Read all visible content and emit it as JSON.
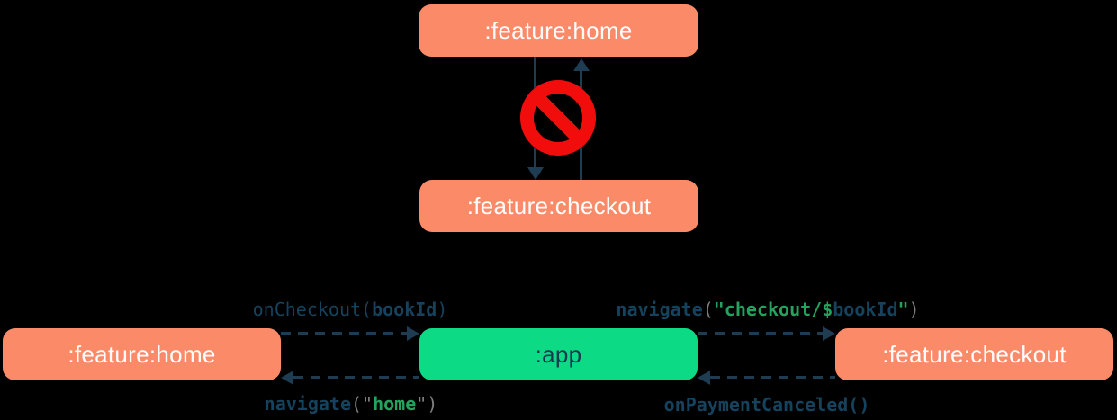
{
  "colors": {
    "background": "#000000",
    "feature_box_fill": "#fa8a68",
    "app_box_fill": "#0cda85",
    "box_text_light": "#fffdfc",
    "box_text_dark": "#17394f",
    "arrow": "#1e3c52",
    "no_entry_red": "#f20d0d",
    "code": {
      "navy": "#15425c",
      "green": "#23a35d",
      "gray": "#7f7f7f"
    }
  },
  "top_diagram": {
    "home_box_label": ":feature:home",
    "checkout_box_label": ":feature:checkout",
    "no_entry_icon": "no-entry-sign",
    "arrows": [
      {
        "from": ":feature:home",
        "to": ":feature:checkout",
        "style": "solid",
        "direction": "down"
      },
      {
        "from": ":feature:checkout",
        "to": ":feature:home",
        "style": "solid",
        "direction": "up"
      }
    ]
  },
  "bottom_diagram": {
    "home_box_label": ":feature:home",
    "app_box_label": ":app",
    "checkout_box_label": ":feature:checkout",
    "edges": {
      "on_checkout": {
        "from": ":feature:home",
        "to": ":app",
        "style": "dashed",
        "text": "onCheckout(bookId)",
        "segments": [
          {
            "text": "onCheckout(",
            "color": "navy",
            "bold": false
          },
          {
            "text": "bookId",
            "color": "navy",
            "bold": true
          },
          {
            "text": ")",
            "color": "navy",
            "bold": false
          }
        ]
      },
      "navigate_checkout": {
        "from": ":app",
        "to": ":feature:checkout",
        "style": "dashed",
        "text": "navigate(\"checkout/$bookId\")",
        "segments": [
          {
            "text": "navigate",
            "color": "navy",
            "bold": true
          },
          {
            "text": "(",
            "color": "gray",
            "bold": false
          },
          {
            "text": "\"checkout/$",
            "color": "green",
            "bold": true
          },
          {
            "text": "bookId",
            "color": "navy",
            "bold": true
          },
          {
            "text": "\"",
            "color": "green",
            "bold": true
          },
          {
            "text": ")",
            "color": "gray",
            "bold": false
          }
        ]
      },
      "navigate_home": {
        "from": ":app",
        "to": ":feature:home",
        "style": "dashed",
        "text": "navigate(\"home\")",
        "segments": [
          {
            "text": "navigate",
            "color": "navy",
            "bold": true
          },
          {
            "text": "(\"",
            "color": "gray",
            "bold": false
          },
          {
            "text": "home",
            "color": "green",
            "bold": true
          },
          {
            "text": "\")",
            "color": "gray",
            "bold": false
          }
        ]
      },
      "on_payment_canceled": {
        "from": ":feature:checkout",
        "to": ":app",
        "style": "dashed",
        "text": "onPaymentCanceled()",
        "segments": [
          {
            "text": "onPaymentCanceled()",
            "color": "navy",
            "bold": true
          }
        ]
      }
    }
  }
}
